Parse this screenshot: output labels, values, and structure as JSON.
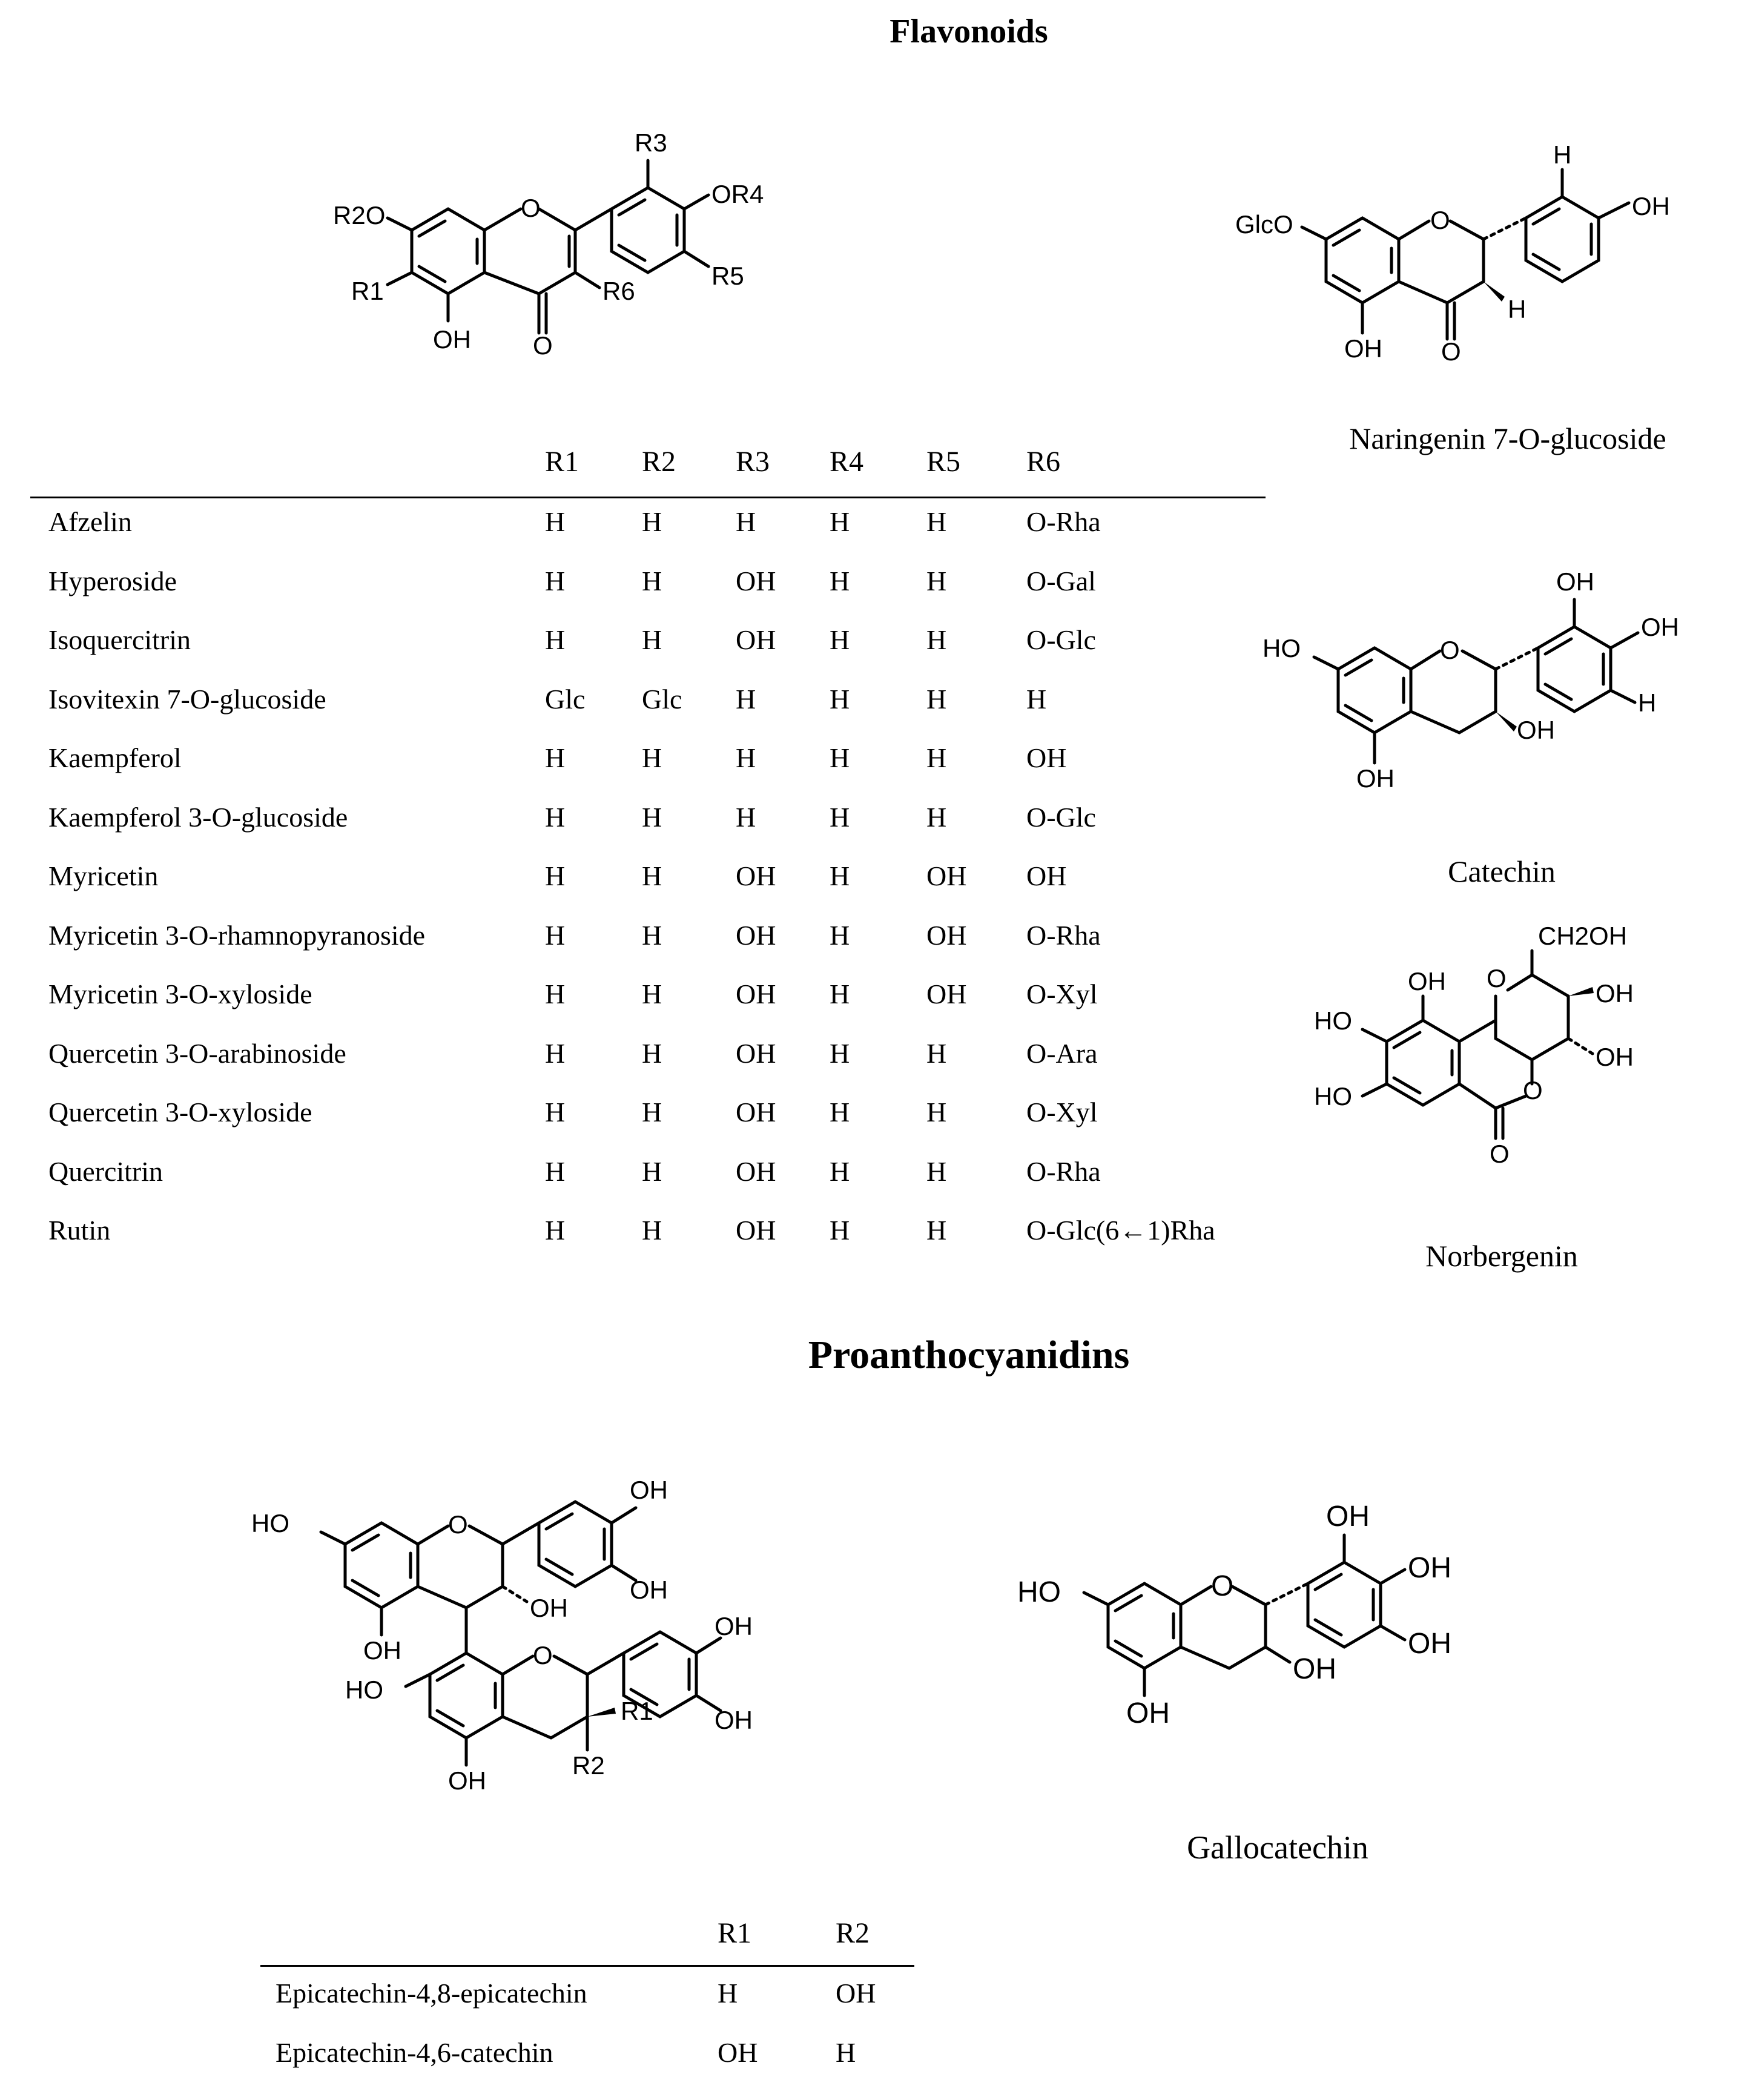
{
  "sections": {
    "flavonoids": "Flavonoids",
    "proanthocyanidins": "Proanthocyanidins"
  },
  "flavonoid_table": {
    "headers": [
      "R1",
      "R2",
      "R3",
      "R4",
      "R5",
      "R6"
    ],
    "rows": [
      {
        "name": "Afzelin",
        "r1": "H",
        "r2": "H",
        "r3": "H",
        "r4": "H",
        "r5": "H",
        "r6": "O-Rha"
      },
      {
        "name": "Hyperoside",
        "r1": "H",
        "r2": "H",
        "r3": "OH",
        "r4": "H",
        "r5": "H",
        "r6": "O-Gal"
      },
      {
        "name": "Isoquercitrin",
        "r1": "H",
        "r2": "H",
        "r3": "OH",
        "r4": "H",
        "r5": "H",
        "r6": "O-Glc"
      },
      {
        "name": "Isovitexin 7-O-glucoside",
        "r1": "Glc",
        "r2": "Glc",
        "r3": "H",
        "r4": "H",
        "r5": "H",
        "r6": "H"
      },
      {
        "name": "Kaempferol",
        "r1": "H",
        "r2": "H",
        "r3": "H",
        "r4": "H",
        "r5": "H",
        "r6": "OH"
      },
      {
        "name": "Kaempferol 3-O-glucoside",
        "r1": "H",
        "r2": "H",
        "r3": "H",
        "r4": "H",
        "r5": "H",
        "r6": "O-Glc"
      },
      {
        "name": "Myricetin",
        "r1": "H",
        "r2": "H",
        "r3": "OH",
        "r4": "H",
        "r5": "OH",
        "r6": "OH"
      },
      {
        "name": "Myricetin 3-O-rhamnopyranoside",
        "r1": "H",
        "r2": "H",
        "r3": "OH",
        "r4": "H",
        "r5": "OH",
        "r6": "O-Rha"
      },
      {
        "name": "Myricetin 3-O-xyloside",
        "r1": "H",
        "r2": "H",
        "r3": "OH",
        "r4": "H",
        "r5": "OH",
        "r6": "O-Xyl"
      },
      {
        "name": "Quercetin 3-O-arabinoside",
        "r1": "H",
        "r2": "H",
        "r3": "OH",
        "r4": "H",
        "r5": "H",
        "r6": "O-Ara"
      },
      {
        "name": "Quercetin 3-O-xyloside",
        "r1": "H",
        "r2": "H",
        "r3": "OH",
        "r4": "H",
        "r5": "H",
        "r6": "O-Xyl"
      },
      {
        "name": "Quercitrin",
        "r1": "H",
        "r2": "H",
        "r3": "OH",
        "r4": "H",
        "r5": "H",
        "r6": "O-Rha"
      },
      {
        "name": "Rutin",
        "r1": "H",
        "r2": "H",
        "r3": "OH",
        "r4": "H",
        "r5": "H",
        "r6": "O-Glc(6←1)Rha"
      }
    ]
  },
  "captions": {
    "naringenin": "Naringenin 7-O-glucoside",
    "catechin": "Catechin",
    "norbergenin": "Norbergenin",
    "gallocatechin": "Gallocatechin"
  },
  "atom_labels": {
    "flavonoid_core": [
      "R3",
      "OR4",
      "R2O",
      "O",
      "R5",
      "R1",
      "R6",
      "OH",
      "O"
    ],
    "naringenin": [
      "H",
      "OH",
      "GlcO",
      "O",
      "H",
      "OH",
      "O"
    ],
    "catechin": [
      "OH",
      "OH",
      "HO",
      "O",
      "H",
      "OH",
      "OH"
    ],
    "norbergenin": [
      "CH2OH",
      "OH",
      "O",
      "OH",
      "HO",
      "OH",
      "HO",
      "O",
      "O"
    ],
    "dimer": [
      "OH",
      "HO",
      "O",
      "OH",
      "OH",
      "OH",
      "OH",
      "HO",
      "O",
      "OH",
      "R1",
      "R2",
      "OH"
    ],
    "gallocatechin": [
      "OH",
      "OH",
      "HO",
      "O",
      "OH",
      "OH",
      "OH"
    ]
  },
  "proanthocyanidin_table": {
    "headers": [
      "R1",
      "R2"
    ],
    "rows": [
      {
        "name": "Epicatechin-4,8-epicatechin",
        "r1": "H",
        "r2": "OH"
      },
      {
        "name": "Epicatechin-4,6-catechin",
        "r1": "OH",
        "r2": "H"
      }
    ]
  }
}
